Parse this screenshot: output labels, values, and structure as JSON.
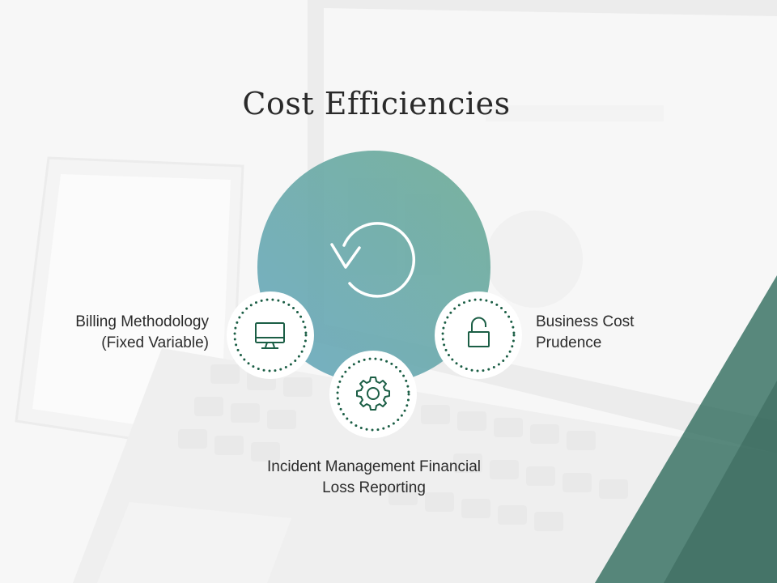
{
  "slide": {
    "title": "Cost Efficiencies"
  },
  "items": {
    "left": {
      "line1": "Billing Methodology",
      "line2": "(Fixed Variable)",
      "icon": "monitor-icon"
    },
    "right": {
      "line1": "Business Cost",
      "line2": "Prudence",
      "icon": "unlock-icon"
    },
    "bottom": {
      "line1": "Incident Management Financial",
      "line2": "Loss Reporting",
      "icon": "gear-icon"
    },
    "center_icon": "refresh-cycle-icon"
  },
  "colors": {
    "primary_green": "#1b5e45",
    "teal_gradient_start": "#5fa7b3",
    "teal_gradient_end": "#6aa893",
    "accent_band": "#2f6b5d",
    "text": "#2b2b2b"
  }
}
